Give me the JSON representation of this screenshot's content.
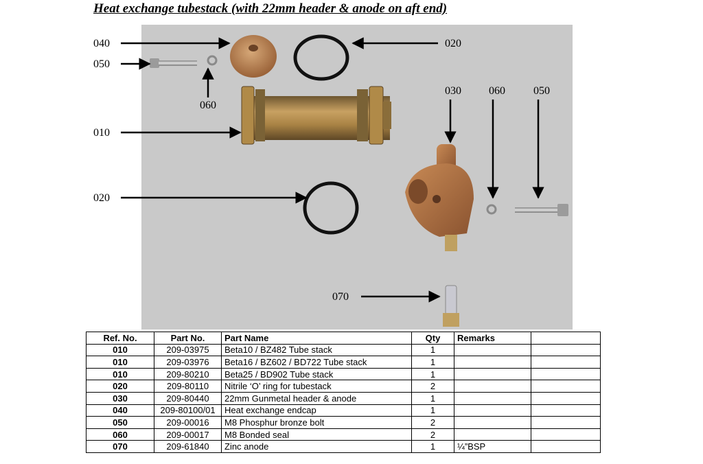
{
  "title": "Heat exchange tubestack (with 22mm header & anode on aft end)",
  "callouts": {
    "c040": "040",
    "c050_left": "050",
    "c060_left": "060",
    "c020_top": "020",
    "c010": "010",
    "c020_left": "020",
    "c030": "030",
    "c060_right": "060",
    "c050_right": "050",
    "c070": "070"
  },
  "table": {
    "headers": [
      "Ref. No.",
      "Part No.",
      "Part Name",
      "Qty",
      "Remarks",
      ""
    ],
    "rows": [
      {
        "ref": "010",
        "part": "209-03975",
        "name": "Beta10 / BZ482 Tube stack",
        "qty": "1",
        "remarks": ""
      },
      {
        "ref": "010",
        "part": "209-03976",
        "name": "Beta16 / BZ602 / BD722 Tube stack",
        "qty": "1",
        "remarks": ""
      },
      {
        "ref": "010",
        "part": "209-80210",
        "name": "Beta25 / BD902 Tube stack",
        "qty": "1",
        "remarks": ""
      },
      {
        "ref": "020",
        "part": "209-80110",
        "name": "Nitrile ‘O’ ring for tubestack",
        "qty": "2",
        "remarks": ""
      },
      {
        "ref": "030",
        "part": "209-80440",
        "name": "22mm Gunmetal header & anode",
        "qty": "1",
        "remarks": ""
      },
      {
        "ref": "040",
        "part": "209-80100/01",
        "name": "Heat exchange endcap",
        "qty": "1",
        "remarks": ""
      },
      {
        "ref": "050",
        "part": "209-00016",
        "name": "M8 Phosphur bronze bolt",
        "qty": "2",
        "remarks": ""
      },
      {
        "ref": "060",
        "part": "209-00017",
        "name": "M8 Bonded seal",
        "qty": "2",
        "remarks": ""
      },
      {
        "ref": "070",
        "part": "209-61840",
        "name": "Zinc anode",
        "qty": "1",
        "remarks": "¼”BSP"
      }
    ]
  },
  "colors": {
    "photo_background": "#c9c9c9",
    "brass": "#b58a45",
    "bronze": "#a8703f",
    "steel": "#b9b9b9",
    "oring": "#111111"
  }
}
